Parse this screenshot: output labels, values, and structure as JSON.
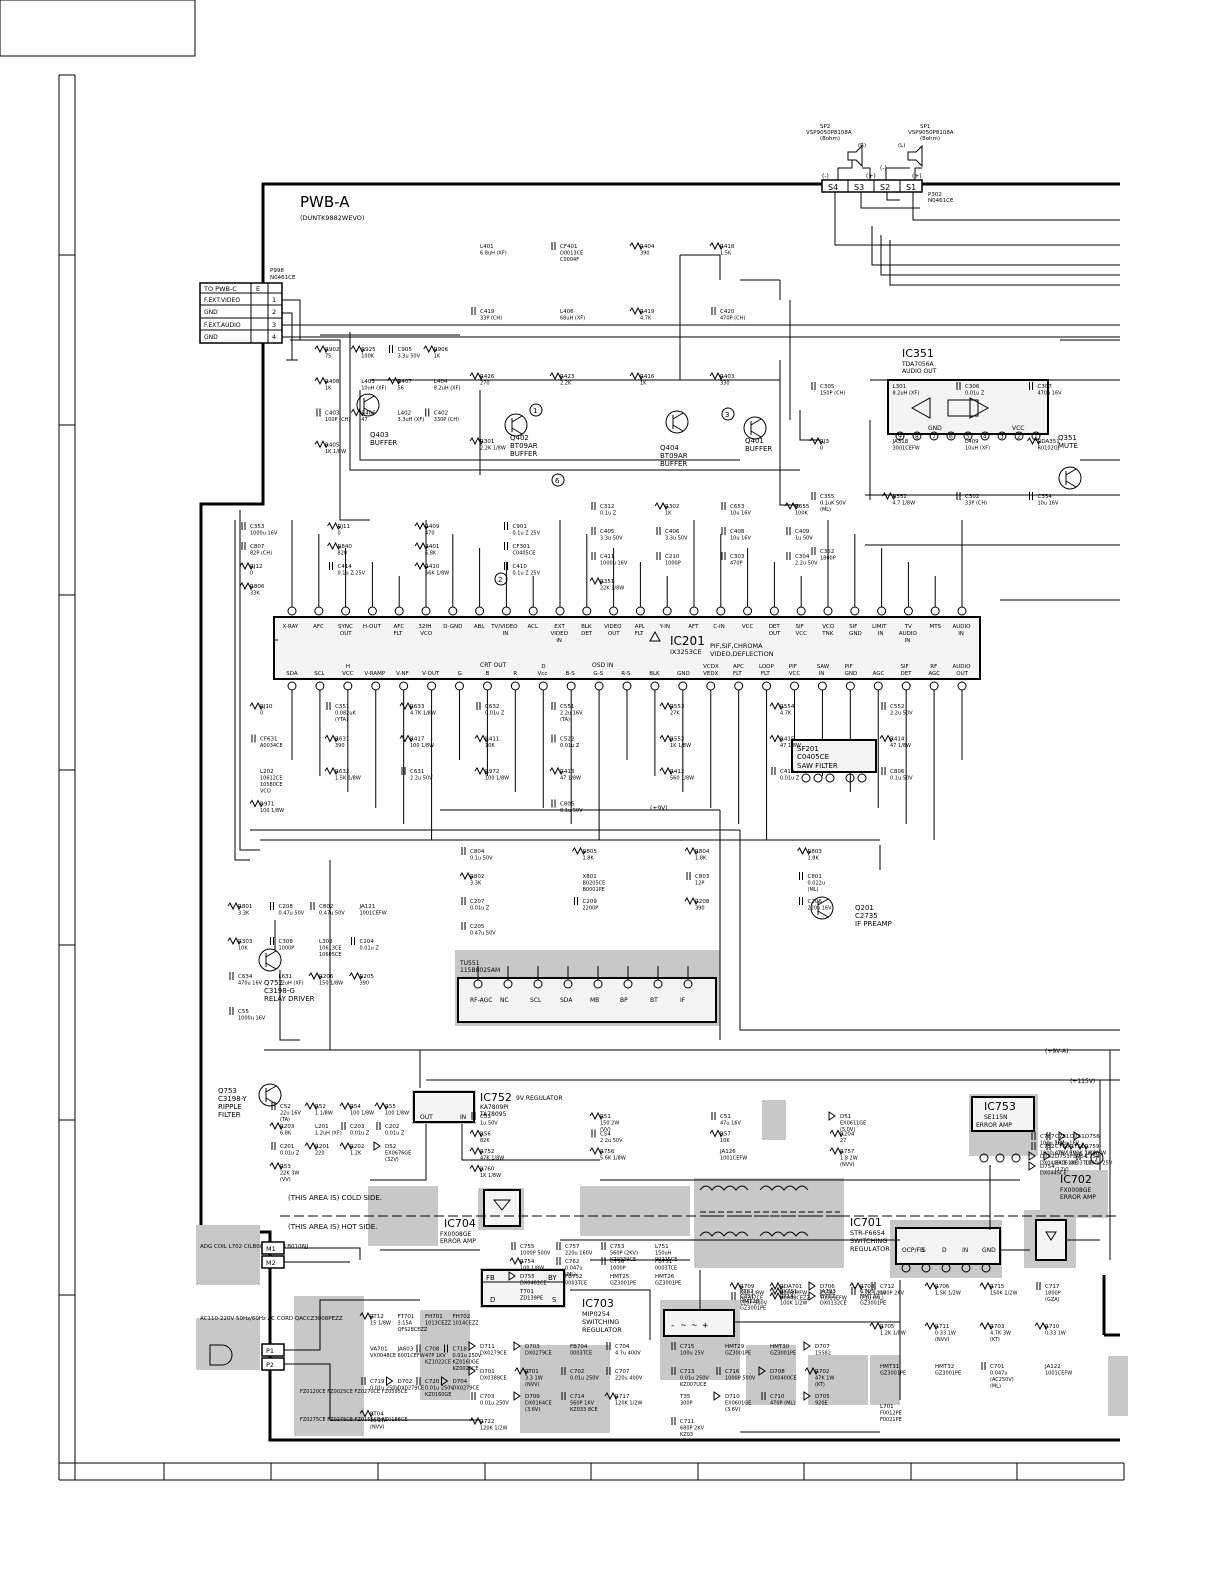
{
  "board": {
    "title": "PWB-A",
    "code": "(DUNTK9882WEVO)"
  },
  "connector_p998": {
    "ref": "P998",
    "part": "N0461CE",
    "header": "TO PWB-C",
    "header_pin": "E",
    "pins": [
      {
        "label": "F.EXT.VIDEO",
        "num": "1"
      },
      {
        "label": "GND",
        "num": "2"
      },
      {
        "label": "F.EXT.AUDIO",
        "num": "3"
      },
      {
        "label": "GND",
        "num": "4"
      }
    ]
  },
  "speakers": {
    "sp2": {
      "ref": "SP2",
      "part": "VSP9050P8108A",
      "ohm": "(8ohm)",
      "side": "(R)"
    },
    "sp1": {
      "ref": "SP1",
      "part": "VSP9050P8108A",
      "ohm": "(8ohm)",
      "side": "(L)"
    },
    "terminals": [
      "S4",
      "S3",
      "S2",
      "S1"
    ],
    "connector": {
      "ref": "P302",
      "part": "N0461CE"
    },
    "polarity": [
      "(-)",
      "(+)",
      "(-)",
      "(+)"
    ]
  },
  "ic201": {
    "ref": "IC201",
    "part": "IX3253CE",
    "desc1": "PIF,SIF,CHROMA",
    "desc2": "VIDEO,DEFLECTION",
    "top_pins": [
      "X-RAY",
      "AFC",
      "SYNC OUT",
      "H-OUT",
      "AFC FLT",
      "32fH VCO",
      "D-GND",
      "ABL",
      "TV/VIDEO IN",
      "ACL",
      "EXT VIDEO IN",
      "BLK DET",
      "VIDEO OUT",
      "APL FLT",
      "Y-IN",
      "AFT",
      "C-IN",
      "VCC",
      "DET OUT",
      "SIF VCC",
      "VCO TNK",
      "SIF GND",
      "LIMIT IN",
      "TV AUDIO IN",
      "MTS",
      "AUDIO IN"
    ],
    "bottom_pins": [
      "SDA",
      "SCL",
      "H VCC",
      "V-RAMP",
      "V-NF",
      "V-OUT",
      "G",
      "B",
      "R",
      "D Vcc",
      "B-S",
      "G-S",
      "R-S",
      "BLK",
      "GND",
      "VCDX VEDX",
      "APC FLT",
      "LOOP FLT",
      "PIF VCC",
      "SAW IN",
      "PIF GND",
      "AGC",
      "SIF DET",
      "RF AGC",
      "AUDIO OUT"
    ],
    "groups": [
      "CRT OUT",
      "OSD IN"
    ]
  },
  "ic351": {
    "ref": "IC351",
    "part": "TDA7056A",
    "desc": "AUDIO OUT",
    "pins": [
      "9",
      "8",
      "7",
      "6",
      "5",
      "4",
      "3",
      "2",
      "1"
    ],
    "gnd": "GND",
    "vcc": "VCC"
  },
  "ic752": {
    "ref": "IC752",
    "desc": "9V REGULATOR",
    "part": "KA7809PI",
    "alt": "TA78095",
    "out": "OUT",
    "in": "IN"
  },
  "ic753": {
    "ref": "IC753",
    "part": "SE115N",
    "desc": "ERROR AMP"
  },
  "ic702": {
    "ref": "IC702",
    "part": "FX0008GE",
    "desc": "ERROR AMP"
  },
  "ic704": {
    "ref": "IC704",
    "part": "FX0008GE",
    "desc": "ERROR AMP"
  },
  "ic701": {
    "ref": "IC701",
    "part": "STR-F6654",
    "desc1": "SWITCHING",
    "desc2": "REGULATOR",
    "pins": [
      "OCP/FB",
      "S",
      "D",
      "IN",
      "GND"
    ]
  },
  "ic703": {
    "ref": "IC703",
    "part": "MIP0254",
    "desc1": "SWITCHING",
    "desc2": "REGULATOR",
    "pins": [
      "FB",
      "BY",
      "D",
      "S"
    ]
  },
  "sf201": {
    "ref": "SF201",
    "part": "C0405CE",
    "desc": "SAW FILTER"
  },
  "tu551": {
    "ref": "TU551",
    "part": "115B8025AM",
    "pins": [
      "RF-AGC",
      "NC",
      "SCL",
      "SDA",
      "MB",
      "BP",
      "BT",
      "IF"
    ]
  },
  "transistors": [
    {
      "ref": "Q403",
      "desc": "BUFFER"
    },
    {
      "ref": "Q402",
      "part": "BT09AR",
      "desc": "BUFFER"
    },
    {
      "ref": "Q404",
      "part": "BT09AR",
      "desc": "BUFFER"
    },
    {
      "ref": "Q401",
      "desc": "BUFFER"
    },
    {
      "ref": "Q351",
      "desc": "MUTE"
    },
    {
      "ref": "Q201",
      "part": "C2735",
      "desc": "IF PREAMP"
    },
    {
      "ref": "Q752",
      "part": "C3198-G",
      "desc": "RELAY DRIVER"
    },
    {
      "ref": "Q753",
      "part": "C3198-Y",
      "desc1": "RIPPLE",
      "desc2": "FILTER"
    }
  ],
  "notes": {
    "cold_side": "(THIS AREA IS) COLD SIDE.",
    "hot_side": "(THIS AREA IS) HOT SIDE.",
    "ac_input": "AC110-220V 50Hz/60Hz AC CORD QACCZ3008PEZZ",
    "degauss": "ADG COIL L702 CILB0037PE CILB0106JJ",
    "rails": [
      "(+9V-A)",
      "(+115V)",
      "(+9V)"
    ]
  },
  "components": [
    {
      "ref": "R902",
      "val": "75"
    },
    {
      "ref": "R925",
      "val": "100K"
    },
    {
      "ref": "C905",
      "val": "3.3u 50V"
    },
    {
      "ref": "R906",
      "val": "1K"
    },
    {
      "ref": "R408",
      "val": "1K"
    },
    {
      "ref": "L403",
      "val": "10uH (XF)"
    },
    {
      "ref": "R407",
      "val": "56"
    },
    {
      "ref": "L404",
      "val": "8.2uH (XF)"
    },
    {
      "ref": "C403",
      "val": "100P (CH)"
    },
    {
      "ref": "R406",
      "val": "47"
    },
    {
      "ref": "L402",
      "val": "3.3uH (XF)"
    },
    {
      "ref": "C402",
      "val": "330P (CH)"
    },
    {
      "ref": "R405",
      "val": "1K 1/8W"
    },
    {
      "ref": "L401",
      "val": "6.8uH (XF)"
    },
    {
      "ref": "CF401",
      "val": "D0013CE C0004F"
    },
    {
      "ref": "R404",
      "val": "390"
    },
    {
      "ref": "R418",
      "val": "1.5K"
    },
    {
      "ref": "C419",
      "val": "33P (CH)"
    },
    {
      "ref": "L406",
      "val": "68uH (XF)"
    },
    {
      "ref": "R419",
      "val": "4.7K"
    },
    {
      "ref": "C420",
      "val": "470P (CH)"
    },
    {
      "ref": "R426",
      "val": "270"
    },
    {
      "ref": "R423",
      "val": "2.2K"
    },
    {
      "ref": "R416",
      "val": "1K"
    },
    {
      "ref": "R403",
      "val": "330"
    },
    {
      "ref": "R301",
      "val": "2.2K 1/8W"
    },
    {
      "ref": "C305",
      "val": "150P (CH)"
    },
    {
      "ref": "L301",
      "val": "8.2uH (XF)"
    },
    {
      "ref": "C306",
      "val": "0.01u Z"
    },
    {
      "ref": "C307",
      "val": "470u 16V"
    },
    {
      "ref": "RJ3",
      "val": "0"
    },
    {
      "ref": "JA318",
      "val": "3001CEFW"
    },
    {
      "ref": "L409",
      "val": "10uH (XF)"
    },
    {
      "ref": "RDA351",
      "val": "R0102GJ"
    },
    {
      "ref": "C355",
      "val": "0.1uK 50V (ML)"
    },
    {
      "ref": "R352",
      "val": "4.7 1/8W"
    },
    {
      "ref": "C302",
      "val": "33P (CH)"
    },
    {
      "ref": "C354",
      "val": "10u 16V"
    },
    {
      "ref": "C352",
      "val": "1800P"
    },
    {
      "ref": "C353",
      "val": "1000u 16V"
    },
    {
      "ref": "RJ11",
      "val": "0"
    },
    {
      "ref": "R409",
      "val": "470"
    },
    {
      "ref": "C901",
      "val": "0.1u Z 25V"
    },
    {
      "ref": "C807",
      "val": "82P (CH)"
    },
    {
      "ref": "R840",
      "val": "820"
    },
    {
      "ref": "R401",
      "val": "6.8K"
    },
    {
      "ref": "CF301",
      "val": "C0405CE"
    },
    {
      "ref": "RJ12",
      "val": "0"
    },
    {
      "ref": "C414",
      "val": "0.1u Z 25V"
    },
    {
      "ref": "R410",
      "val": "56K 1/8W"
    },
    {
      "ref": "C410",
      "val": "0.1u Z 25V"
    },
    {
      "ref": "R806",
      "val": "33K"
    },
    {
      "ref": "C312",
      "val": "0.1u Z"
    },
    {
      "ref": "R302",
      "val": "1K"
    },
    {
      "ref": "C653",
      "val": "10u 16V"
    },
    {
      "ref": "R655",
      "val": "100K"
    },
    {
      "ref": "C405",
      "val": "3.3u 50V"
    },
    {
      "ref": "C406",
      "val": "3.3u 50V"
    },
    {
      "ref": "C408",
      "val": "10u 16V"
    },
    {
      "ref": "C409",
      "val": "1u 50V"
    },
    {
      "ref": "C411",
      "val": "1000u 16V"
    },
    {
      "ref": "C210",
      "val": "1000P"
    },
    {
      "ref": "C303",
      "val": "470P"
    },
    {
      "ref": "C304",
      "val": "2.2u 50V"
    },
    {
      "ref": "R351",
      "val": "22K 1/8W"
    },
    {
      "ref": "RJ10",
      "val": "0"
    },
    {
      "ref": "C351",
      "val": "0.082uK (YTA)"
    },
    {
      "ref": "R633",
      "val": "4.7K 1/8W"
    },
    {
      "ref": "C632",
      "val": "0.01u Z"
    },
    {
      "ref": "CF631",
      "val": "A0034CE"
    },
    {
      "ref": "R631",
      "val": "390"
    },
    {
      "ref": "R417",
      "val": "100 1/8W"
    },
    {
      "ref": "R411",
      "val": "10K"
    },
    {
      "ref": "L202",
      "val": "10612CE 10580CE VCO"
    },
    {
      "ref": "R632",
      "val": "1.5K 1/8W"
    },
    {
      "ref": "C631",
      "val": "2.2u 50V"
    },
    {
      "ref": "R972",
      "val": "100 1/8W"
    },
    {
      "ref": "R971",
      "val": "100 1/8W"
    },
    {
      "ref": "C551",
      "val": "2.2u 16V (TA)"
    },
    {
      "ref": "R553",
      "val": "27K"
    },
    {
      "ref": "R554",
      "val": "4.7K"
    },
    {
      "ref": "C552",
      "val": "2.2u 50V"
    },
    {
      "ref": "C522",
      "val": "0.01u Z"
    },
    {
      "ref": "R552",
      "val": "1K 1/8W"
    },
    {
      "ref": "R415",
      "val": "47 1/8W"
    },
    {
      "ref": "R414",
      "val": "47 1/8W"
    },
    {
      "ref": "R413",
      "val": "47 1/8W"
    },
    {
      "ref": "R412",
      "val": "560 1/8W"
    },
    {
      "ref": "C413",
      "val": "0.01u Z"
    },
    {
      "ref": "C806",
      "val": "0.1u 50V"
    },
    {
      "ref": "C805",
      "val": "0.1u 50V"
    },
    {
      "ref": "C804",
      "val": "0.1u 50V"
    },
    {
      "ref": "R805",
      "val": "1.8K"
    },
    {
      "ref": "R804",
      "val": "1.8K"
    },
    {
      "ref": "R803",
      "val": "1.8K"
    },
    {
      "ref": "R802",
      "val": "3.3K"
    },
    {
      "ref": "X801",
      "val": "B0205CE B0001PE"
    },
    {
      "ref": "C803",
      "val": "12P"
    },
    {
      "ref": "C801",
      "val": "0.022u (ML)"
    },
    {
      "ref": "C207",
      "val": "0.01u Z"
    },
    {
      "ref": "C209",
      "val": "2200P"
    },
    {
      "ref": "R208",
      "val": "390"
    },
    {
      "ref": "C206",
      "val": "220u 16V"
    },
    {
      "ref": "C205",
      "val": "0.47u 50V"
    },
    {
      "ref": "R801",
      "val": "3.3K"
    },
    {
      "ref": "C208",
      "val": "0.47u 50V"
    },
    {
      "ref": "C802",
      "val": "0.47u 50V"
    },
    {
      "ref": "JA121",
      "val": "1001CEFW"
    },
    {
      "ref": "R303",
      "val": "10K"
    },
    {
      "ref": "C308",
      "val": "1000P"
    },
    {
      "ref": "L302",
      "val": "10613CE 10605CE"
    },
    {
      "ref": "C204",
      "val": "0.01u Z"
    },
    {
      "ref": "C634",
      "val": "470u 16V"
    },
    {
      "ref": "L631",
      "val": "12uH (XF)"
    },
    {
      "ref": "R206",
      "val": "150 1/8W"
    },
    {
      "ref": "R205",
      "val": "390"
    },
    {
      "ref": "C55",
      "val": "1000u 16V"
    },
    {
      "ref": "C52",
      "val": "22u 16V (TA)"
    },
    {
      "ref": "R52",
      "val": "1 1/8W"
    },
    {
      "ref": "R54",
      "val": "100 1/8W"
    },
    {
      "ref": "R55",
      "val": "100 1/8W"
    },
    {
      "ref": "R203",
      "val": "6.8K"
    },
    {
      "ref": "L201",
      "val": "1.2uH (XF)"
    },
    {
      "ref": "C203",
      "val": "0.01u Z"
    },
    {
      "ref": "C202",
      "val": "0.01u Z"
    },
    {
      "ref": "C201",
      "val": "0.01u Z"
    },
    {
      "ref": "R201",
      "val": "220"
    },
    {
      "ref": "R202",
      "val": "1.2K"
    },
    {
      "ref": "D52",
      "val": "EX0676GE (32V)"
    },
    {
      "ref": "R53",
      "val": "22K 3W (VV)"
    },
    {
      "ref": "C53",
      "val": "1u 50V"
    },
    {
      "ref": "R51",
      "val": "150 2W (VV)"
    },
    {
      "ref": "C51",
      "val": "47u 16V"
    },
    {
      "ref": "D51",
      "val": "EX0611GE (5.0V)"
    },
    {
      "ref": "R56",
      "val": "82K"
    },
    {
      "ref": "C54",
      "val": "2.2u 50V"
    },
    {
      "ref": "R57",
      "val": "10K"
    },
    {
      "ref": "R204",
      "val": "27"
    },
    {
      "ref": "R752",
      "val": "47K 1/8W"
    },
    {
      "ref": "R756",
      "val": "5.6K 1/8W"
    },
    {
      "ref": "JA126",
      "val": "1001CEFW"
    },
    {
      "ref": "R757",
      "val": "1.8 2W (NVV)"
    },
    {
      "ref": "R760",
      "val": "1K 1/8W"
    },
    {
      "ref": "C767",
      "val": "100u 16V"
    },
    {
      "ref": "C751",
      "val": "100u 16V"
    },
    {
      "ref": "D751",
      "val": ""
    },
    {
      "ref": "D756",
      "val": ""
    },
    {
      "ref": "C752",
      "val": "1000u 16V"
    },
    {
      "ref": "C766",
      "val": "47u 16V"
    },
    {
      "ref": "R751",
      "val": "100K 1/8W"
    },
    {
      "ref": "R759",
      "val": "1K 1/8W"
    },
    {
      "ref": "D752",
      "val": "DX0406CE"
    },
    {
      "ref": "D753",
      "val": "EX0618E (12V)"
    },
    {
      "ref": "FB754",
      "val": "0003TCE"
    },
    {
      "ref": "C754",
      "val": "1000u 25V"
    },
    {
      "ref": "D754",
      "val": "DX0445CE"
    },
    {
      "ref": "C755",
      "val": "1000P 500V"
    },
    {
      "ref": "C757",
      "val": "220u 160V"
    },
    {
      "ref": "C753",
      "val": "560P (2KV) KZ0339CE"
    },
    {
      "ref": "L751",
      "val": "150uH P0225CE"
    },
    {
      "ref": "R754",
      "val": "100 1/8W"
    },
    {
      "ref": "C762",
      "val": "0.047u (ML)"
    },
    {
      "ref": "C756",
      "val": "1000P"
    },
    {
      "ref": "FB751",
      "val": "0003TCE"
    },
    {
      "ref": "D755",
      "val": "DX0461CE"
    },
    {
      "ref": "FB752",
      "val": "0003TCE"
    },
    {
      "ref": "HMT25",
      "val": "GZ3001PE"
    },
    {
      "ref": "HMT26",
      "val": "GZ3001PE"
    },
    {
      "ref": "T701",
      "val": "ZD139PE"
    },
    {
      "ref": "R709",
      "val": "680 1/8W"
    },
    {
      "ref": "RDA701",
      "val": "R0080PFW"
    },
    {
      "ref": "D706",
      "val": "1SS82"
    },
    {
      "ref": "R708",
      "val": "2.7K 1/8W"
    },
    {
      "ref": "PT02",
      "val": "N0207CE"
    },
    {
      "ref": "RY751",
      "val": "U0048CEZZ"
    },
    {
      "ref": "JA703",
      "val": "T0019EFW"
    },
    {
      "ref": "C705",
      "val": "0.1u (ML)"
    },
    {
      "ref": "C721",
      "val": "220P 500V"
    },
    {
      "ref": "RT14",
      "val": "100K 1/2W"
    },
    {
      "ref": "D712",
      "val": "DX0132CE"
    },
    {
      "ref": "HMT27",
      "val": "GZ3001PE"
    },
    {
      "ref": "HMT28",
      "val": "GZ3001PE"
    },
    {
      "ref": "RT12",
      "val": "15 1/8W"
    },
    {
      "ref": "FT701",
      "val": "3.15A QFS28CEZZ"
    },
    {
      "ref": "FH701",
      "val": "1013CEZZ"
    },
    {
      "ref": "FH702",
      "val": "1014CEZZ"
    },
    {
      "ref": "VA701",
      "val": "VX0048CE"
    },
    {
      "ref": "JA603",
      "val": "6001CEFW"
    },
    {
      "ref": "C708",
      "val": "47P 1KV KZ1022CE"
    },
    {
      "ref": "C718",
      "val": "0.01u 250V KZ0160GE KZ0029CE"
    },
    {
      "ref": "C719",
      "val": "0.01u 250V"
    },
    {
      "ref": "D702",
      "val": "DX0279CE"
    },
    {
      "ref": "C720",
      "val": "0.01u 250V KZ0160GE"
    },
    {
      "ref": "D704",
      "val": "DX0279CE"
    },
    {
      "ref": "RT04",
      "val": "10 2W (NVV)"
    },
    {
      "ref": "D711",
      "val": "DX0279CE"
    },
    {
      "ref": "D703",
      "val": "DX0279CE"
    },
    {
      "ref": "FB704",
      "val": "0003TCE"
    },
    {
      "ref": "C704",
      "val": "4.7u 400V"
    },
    {
      "ref": "D701",
      "val": "DX0388CE"
    },
    {
      "ref": "RT01",
      "val": "3.3 1W (NVV)"
    },
    {
      "ref": "C702",
      "val": "0.01u 250V"
    },
    {
      "ref": "C707",
      "val": "220u 400V"
    },
    {
      "ref": "C703",
      "val": "0.01u 250V"
    },
    {
      "ref": "D709",
      "val": "DX0164CE (3.6V)"
    },
    {
      "ref": "C714",
      "val": "560P 1KV KZ033 8CE"
    },
    {
      "ref": "R717",
      "val": "120K 1/2W"
    },
    {
      "ref": "R722",
      "val": "120K 1/2W"
    },
    {
      "ref": "C715",
      "val": "100u 25V"
    },
    {
      "ref": "HMT29",
      "val": "GZ3001PE"
    },
    {
      "ref": "HMT30",
      "val": "GZ3001PE"
    },
    {
      "ref": "D707",
      "val": "1SS82"
    },
    {
      "ref": "C713",
      "val": "0.01u 250V KZ007UCE"
    },
    {
      "ref": "C716",
      "val": "1000P 500V"
    },
    {
      "ref": "D708",
      "val": "DX0400CE"
    },
    {
      "ref": "R702",
      "val": "47K 1W (KT)"
    },
    {
      "ref": "T35",
      "val": "300P"
    },
    {
      "ref": "D710",
      "val": "EX0601GE (3.6V)"
    },
    {
      "ref": "C710",
      "val": "470P (ML)"
    },
    {
      "ref": "D705",
      "val": "920E"
    },
    {
      "ref": "C711",
      "val": "680P 2KV KZ03"
    },
    {
      "ref": "C712",
      "val": "100P 2KV"
    },
    {
      "ref": "R706",
      "val": "1.5K 1/2W"
    },
    {
      "ref": "R715",
      "val": "150K 1/2W"
    },
    {
      "ref": "C717",
      "val": "1800P (GZA)"
    },
    {
      "ref": "R705",
      "val": "1.2K 1/8W"
    },
    {
      "ref": "R711",
      "val": "0.33 1W (NVV)"
    },
    {
      "ref": "R703",
      "val": "4.7K 3W (KT)"
    },
    {
      "ref": "R710",
      "val": "0.33 1W"
    },
    {
      "ref": "HMT31",
      "val": "GZ3001PE"
    },
    {
      "ref": "HMT32",
      "val": "GZ3001PE"
    },
    {
      "ref": "C701",
      "val": "0.047u (AC250V) (ML)"
    },
    {
      "ref": "JA122",
      "val": "1001CEFW"
    },
    {
      "ref": "L701",
      "val": "F0012PE F0021PE"
    }
  ],
  "fuses": [
    "FZ0120CE FZ0025CE FZ0270CE FZ0595CE",
    "FZ0275CE FZ0275CE FZ0155CE FZ0188CE"
  ]
}
